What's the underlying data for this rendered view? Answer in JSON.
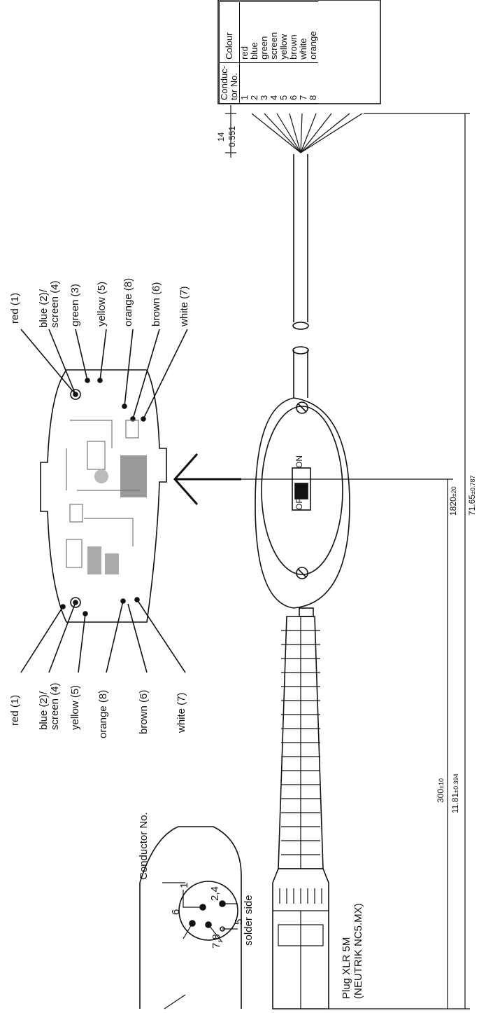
{
  "pcb_labels_top": [
    "red (1)",
    "blue (2)/",
    "screen (4)",
    "green (3)",
    "yellow (5)",
    "orange (8)",
    "brown (6)",
    "white (7)"
  ],
  "pcb_labels_bottom": [
    "red (1)",
    "blue (2)/",
    "screen (4)",
    "yellow (5)",
    "orange (8)",
    "brown (6)",
    "white (7)"
  ],
  "connector": {
    "title": "Conductor No.",
    "pins": [
      "1",
      "2,4",
      "5",
      "6",
      "7,8"
    ],
    "side_label": "solder side"
  },
  "plug_label": [
    "Plug XLR 5M",
    "(NEUTRIK NC5.MX)"
  ],
  "switch": {
    "off": "OFF",
    "on": "ON"
  },
  "dimensions": {
    "total_main": "1820",
    "total_tol": "±20",
    "total_in": "71.65",
    "total_in_tol": "±0.787",
    "switch_main": "300",
    "switch_tol": "±10",
    "switch_in": "11.81",
    "switch_in_tol": "±0.394",
    "strip_top": "14",
    "strip_bottom": "0.551"
  },
  "conductor_table": {
    "header_no": [
      "Conduc-",
      "tor No."
    ],
    "header_colour": "Colour",
    "rows": [
      {
        "no": "1",
        "colour": "red"
      },
      {
        "no": "2",
        "colour": "blue"
      },
      {
        "no": "3",
        "colour": "green"
      },
      {
        "no": "4",
        "colour": "screen"
      },
      {
        "no": "5",
        "colour": "yellow"
      },
      {
        "no": "6",
        "colour": "brown"
      },
      {
        "no": "7",
        "colour": "white"
      },
      {
        "no": "8",
        "colour": "orange"
      }
    ]
  }
}
